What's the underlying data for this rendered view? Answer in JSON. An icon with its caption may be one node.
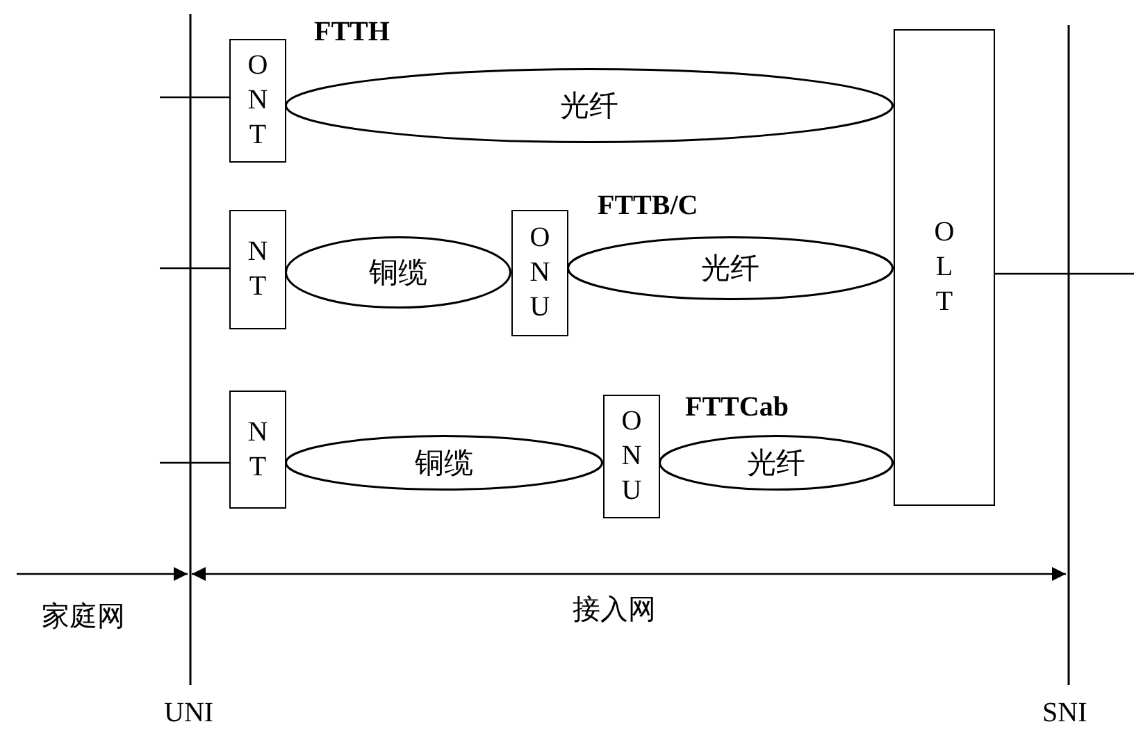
{
  "diagram": {
    "nodes": [
      {
        "text": [
          "ONT"
        ]
      },
      {
        "text": [
          "光纤"
        ]
      },
      {
        "text": [
          "OLT"
        ]
      },
      {
        "text": [
          "NT"
        ]
      },
      {
        "text": [
          "铜缆"
        ]
      },
      {
        "text": [
          "ONU"
        ]
      },
      {
        "text": [
          "光纤"
        ]
      },
      {
        "text": [
          "NT"
        ]
      },
      {
        "text": [
          "铜缆"
        ]
      },
      {
        "text": [
          "ONU"
        ]
      },
      {
        "text": [
          "光纤"
        ]
      }
    ],
    "edges": [
      {
        "from": null,
        "to": 0,
        "arrow": "none"
      },
      {
        "from": null,
        "to": 3,
        "arrow": "none"
      },
      {
        "from": null,
        "to": 7,
        "arrow": "none"
      },
      {
        "from": 2,
        "to": null,
        "arrow": "none"
      }
    ],
    "labels": [
      "FTTH",
      "FTTB/C",
      "FTTCab",
      "家庭网",
      "接入网",
      "UNI",
      "SNI"
    ]
  }
}
